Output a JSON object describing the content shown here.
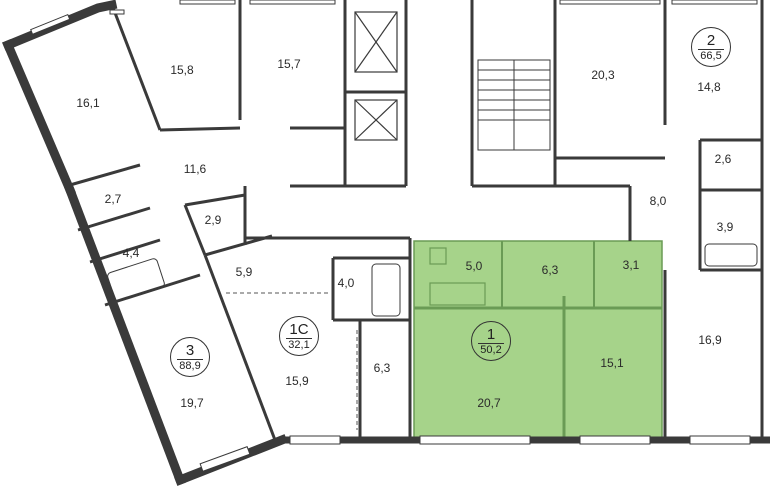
{
  "apartments": [
    {
      "number": "1",
      "area": "50,2",
      "highlight": true,
      "color": "#a6d38a"
    },
    {
      "number": "1С",
      "area": "32,1",
      "highlight": false
    },
    {
      "number": "2",
      "area": "66,5",
      "highlight": false
    },
    {
      "number": "3",
      "area": "88,9",
      "highlight": false
    }
  ],
  "rooms": [
    "16,1",
    "15,8",
    "15,7",
    "20,3",
    "14,8",
    "11,6",
    "2,7",
    "2,9",
    "4,4",
    "2,6",
    "8,0",
    "3,9",
    "5,0",
    "6,3",
    "3,1",
    "5,9",
    "4,0",
    "6,3",
    "20,7",
    "15,1",
    "16,9",
    "15,9",
    "19,7"
  ],
  "colors": {
    "wall": "#3a3a3a",
    "highlight": "#a6d38a"
  }
}
